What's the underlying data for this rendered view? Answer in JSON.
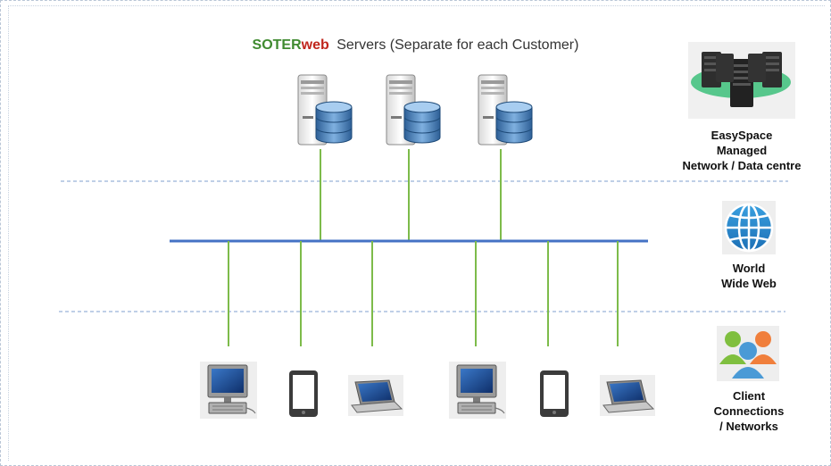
{
  "title": {
    "brand_part1": "SOTER",
    "brand_part2": "web",
    "rest": "Servers (Separate for each Customer)"
  },
  "zones": {
    "datacentre": {
      "icon": "server-cluster-icon",
      "lines": [
        "EasySpace",
        "Managed",
        "Network / Data centre"
      ]
    },
    "internet": {
      "icon": "globe-icon",
      "lines": [
        "World",
        "Wide Web"
      ]
    },
    "clients": {
      "icon": "users-group-icon",
      "lines": [
        "Client",
        "Connections",
        "/ Networks"
      ]
    }
  },
  "servers": [
    {
      "icon": "database-server-icon"
    },
    {
      "icon": "database-server-icon"
    },
    {
      "icon": "database-server-icon"
    }
  ],
  "client_devices": [
    {
      "icon": "desktop-computer-icon"
    },
    {
      "icon": "tablet-icon"
    },
    {
      "icon": "laptop-icon"
    },
    {
      "icon": "desktop-computer-icon"
    },
    {
      "icon": "tablet-icon"
    },
    {
      "icon": "laptop-icon"
    }
  ],
  "colors": {
    "backbone": "#4472c4",
    "link": "#7dbb4a",
    "separator": "#7f9fcf",
    "brand_green": "#3f8a2f",
    "brand_red": "#c0261c"
  }
}
